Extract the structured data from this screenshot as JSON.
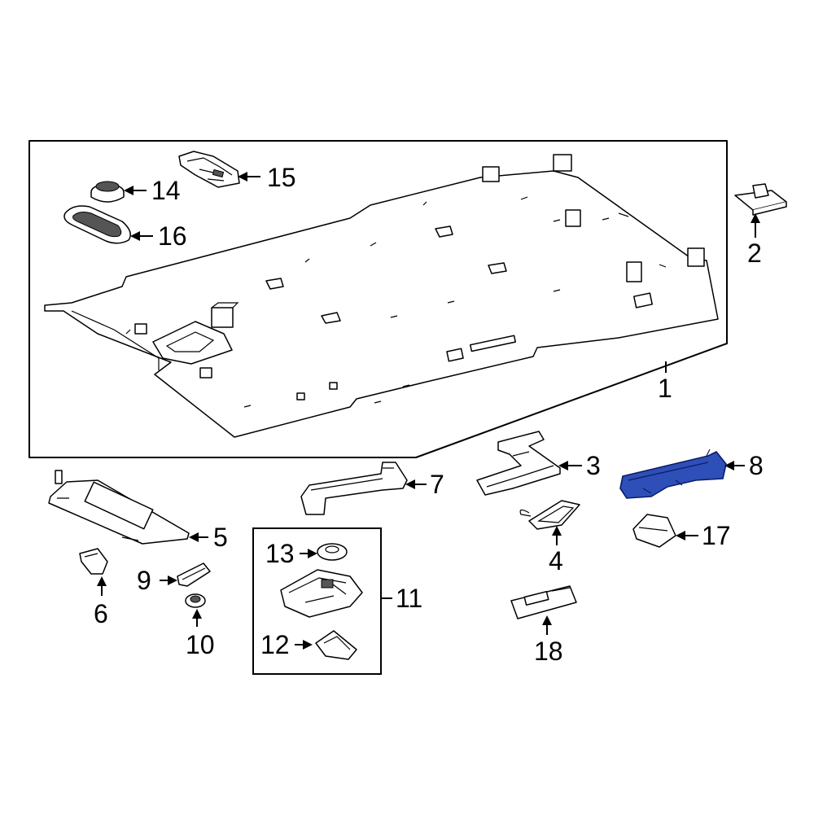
{
  "callouts": [
    {
      "id": "1",
      "label": "1"
    },
    {
      "id": "2",
      "label": "2"
    },
    {
      "id": "3",
      "label": "3"
    },
    {
      "id": "4",
      "label": "4"
    },
    {
      "id": "5",
      "label": "5"
    },
    {
      "id": "6",
      "label": "6"
    },
    {
      "id": "7",
      "label": "7"
    },
    {
      "id": "8",
      "label": "8"
    },
    {
      "id": "9",
      "label": "9"
    },
    {
      "id": "10",
      "label": "10"
    },
    {
      "id": "11",
      "label": "11"
    },
    {
      "id": "12",
      "label": "12"
    },
    {
      "id": "13",
      "label": "13"
    },
    {
      "id": "14",
      "label": "14"
    },
    {
      "id": "15",
      "label": "15"
    },
    {
      "id": "16",
      "label": "16"
    },
    {
      "id": "17",
      "label": "17"
    },
    {
      "id": "18",
      "label": "18"
    }
  ],
  "highlight": {
    "part": "8",
    "color": "#2e4fb8"
  }
}
